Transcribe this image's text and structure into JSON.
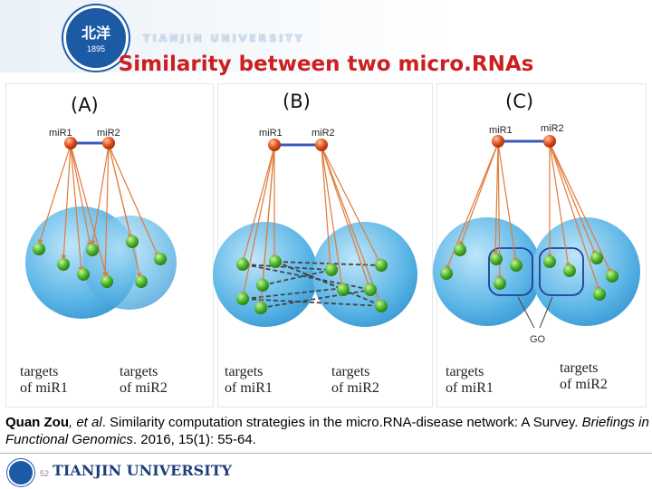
{
  "header": {
    "logo_text": "北洋",
    "logo_year": "1895",
    "university_banner": "TIANJIN UNIVERSITY"
  },
  "title": "Similarity between two micro.RNAs",
  "panels": [
    {
      "label": "(A)",
      "mir1": "miR1",
      "mir2": "miR2",
      "target1": [
        "targets",
        "of miR1"
      ],
      "target2": [
        "targets",
        "of miR2"
      ]
    },
    {
      "label": "(B)",
      "mir1": "miR1",
      "mir2": "miR2",
      "target1": [
        "targets",
        "of miR1"
      ],
      "target2": [
        "targets",
        "of miR2"
      ]
    },
    {
      "label": "(C)",
      "mir1": "miR1",
      "mir2": "miR2",
      "target1": [
        "targets",
        "of miR1"
      ],
      "target2": [
        "targets",
        "of miR2"
      ],
      "go_label": "GO"
    }
  ],
  "citation": {
    "author": "Quan Zou",
    "etal": ", et al",
    "text": ". Similarity computation strategies in the micro.RNA-disease network: A Survey. ",
    "journal": "Briefings in Functional Genomics",
    "details": ". 2016, 15(1): 55-64."
  },
  "footer": {
    "page_number": "52",
    "university_name": "TIANJIN UNIVERSITY"
  },
  "colors": {
    "title": "#cc1f1f",
    "circle": "#5cb6e6",
    "node_red": "#e0501f",
    "node_green": "#4cb52a",
    "arrow": "#e07a3a",
    "link": "#3a58b8",
    "brand_blue": "#1d5aa6"
  }
}
